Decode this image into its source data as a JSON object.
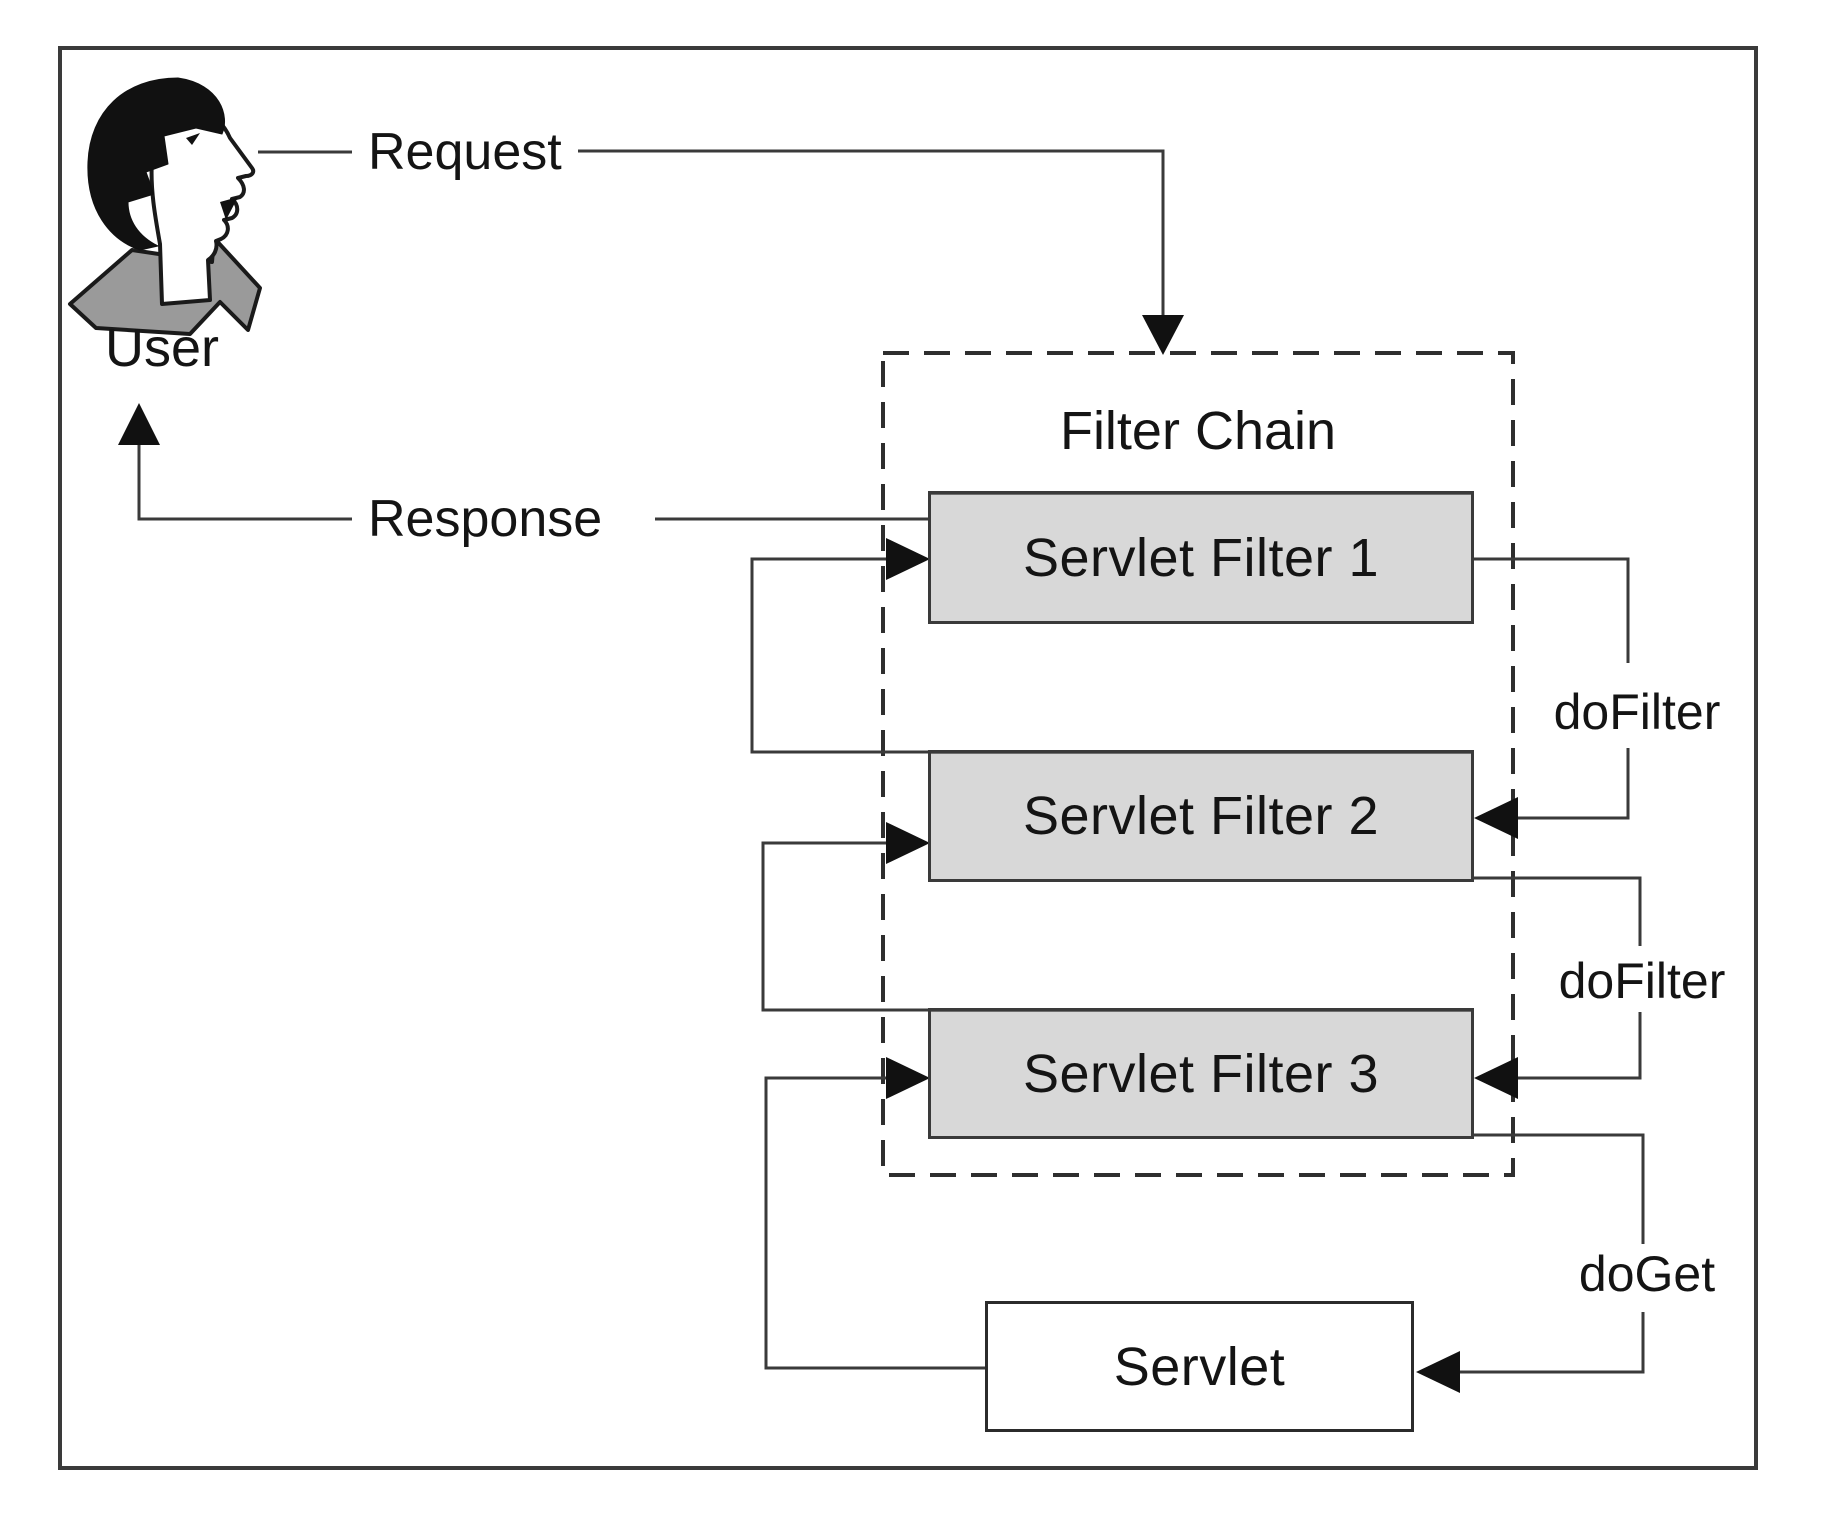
{
  "diagram": {
    "actor": {
      "label": "User",
      "icon": "person-profile-icon"
    },
    "request_label": "Request",
    "response_label": "Response",
    "filter_chain": {
      "title": "Filter Chain",
      "filters": [
        "Servlet Filter 1",
        "Servlet Filter 2",
        "Servlet Filter 3"
      ]
    },
    "servlet_label": "Servlet",
    "edge_labels": {
      "do_filter_1": "doFilter",
      "do_filter_2": "doFilter",
      "do_get": "doGet"
    },
    "flow": [
      {
        "from": "User",
        "to": "Filter Chain",
        "label": "Request"
      },
      {
        "from": "Servlet Filter 1",
        "to": "Servlet Filter 2",
        "label": "doFilter"
      },
      {
        "from": "Servlet Filter 2",
        "to": "Servlet Filter 3",
        "label": "doFilter"
      },
      {
        "from": "Servlet Filter 3",
        "to": "Servlet",
        "label": "doGet"
      },
      {
        "from": "Servlet Filter 1",
        "to": "User",
        "label": "Response"
      }
    ],
    "colors": {
      "filter_box_fill": "#d8d8d8",
      "servlet_box_fill": "#ffffff",
      "line": "#3a3a3a",
      "hair": "#111111",
      "shoulders": "#9a9a9a",
      "background": "#ffffff"
    }
  }
}
